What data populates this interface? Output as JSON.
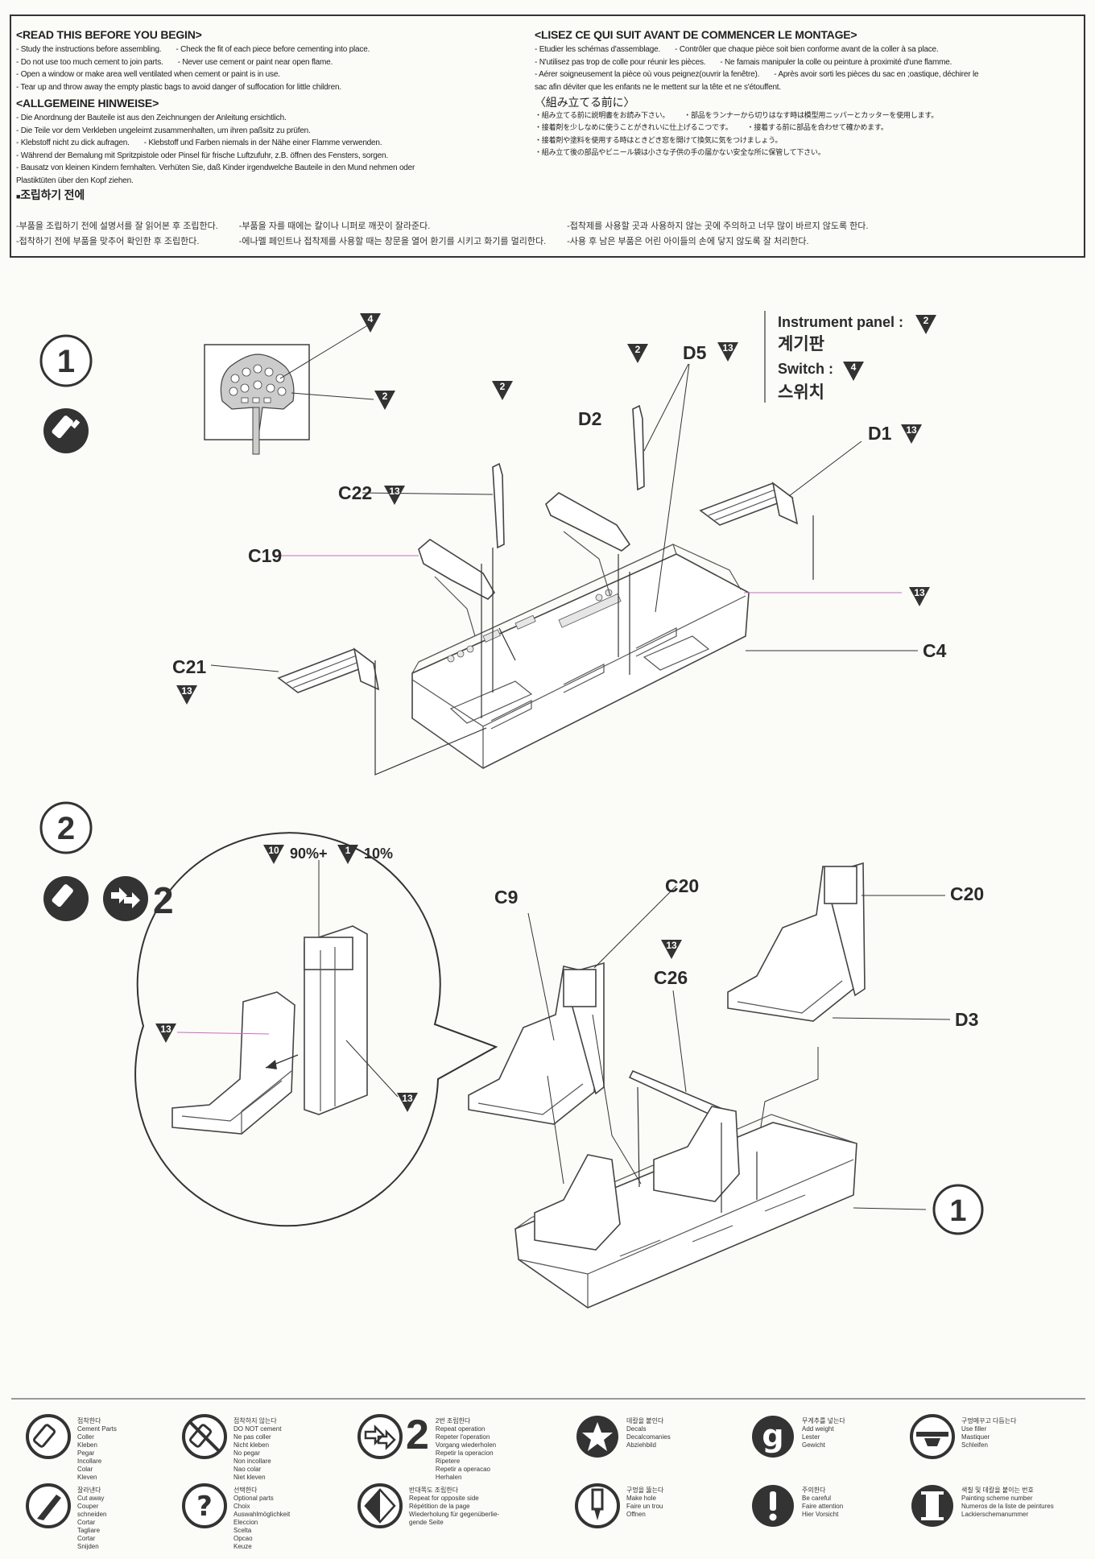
{
  "header": {
    "en": {
      "title": "<READ THIS BEFORE YOU BEGIN>",
      "lines": [
        [
          "- Study the instructions before assembling.",
          "- Check the fit of each piece before cementing into place."
        ],
        [
          "- Do not use too much cement to join parts.",
          "- Never use cement or paint near open flame."
        ],
        [
          "- Open a window or make area well ventilated when cement or paint is in use."
        ],
        [
          "- Tear up and throw away the empty plastic bags to avoid danger of suffocation for little children."
        ]
      ]
    },
    "de": {
      "title": "<ALLGEMEINE HINWEISE>",
      "lines": [
        [
          "- Die Anordnung der Bauteile ist aus den Zeichnungen der  Anleitung ersichtlich."
        ],
        [
          "- Die Teile vor dem Verkleben ungeleimt zusammenhalten, um  ihren paßsitz zu prüfen."
        ],
        [
          "- Klebstoff nicht zu dick aufragen.",
          "- Klebstoff und Farben niemals in der Nähe einer Flamme verwenden."
        ],
        [
          "- Während der Bemalung mit Spritzpistole oder Pinsel für frische Luftzufuhr, z.B. öffnen des Fensters, sorgen."
        ],
        [
          "- Bausatz von kleinen Kindern fernhalten. Verhüten Sie, daß Kinder irgendwelche Bauteile in den Mund nehmen oder"
        ],
        [
          "  Plastiktüten über den Kopf ziehen."
        ]
      ]
    },
    "fr": {
      "title": "<LISEZ CE QUI SUIT AVANT DE COMMENCER LE MONTAGE>",
      "lines": [
        [
          "- Etudier les schémas d'assemblage.",
          "- Contrôler que chaque pièce soit bien conforme avant de la coller à sa place."
        ],
        [
          "- N'utilisez pas trop de colle pour réunir les pièces.",
          "- Ne famais manipuler la colle ou peinture à proximité d'une flamme."
        ],
        [
          "- Aérer soigneusement la pièce où vous peignez(ouvrir la fenêtre).",
          "- Après avoir sorti les pièces du sac en ;oastique, déchirer le"
        ],
        [
          "  sac afin déviter que les enfants ne le mettent sur la tête et ne s'étouffent."
        ]
      ]
    },
    "jp": {
      "title": "〈組み立てる前に〉",
      "lines": [
        [
          "・組み立てる前に説明書をお読み下さい。",
          "・部品をランナーから切りはなす時は模型用ニッパーとカッターを使用します。"
        ],
        [
          "・接着剤を少しなめに使うことがきれいに仕上げるこつです。",
          "・接着する前に部品を合わせて確かめます。"
        ],
        [
          "・接着剤や塗料を使用する時はときどき窓を開けて換気に気をつけましょう。"
        ],
        [
          "・組み立て後の部品やビニール袋は小さな子供の手の届かない安全な所に保管して下さい。"
        ]
      ]
    },
    "kr": {
      "title": "조립하기 전에",
      "cols": [
        [
          "-부품을 조립하기 전에 설명서를 잘 읽어본 후 조립한다.",
          "-접착하기 전에 부품을 맞추어 확인한 후 조립한다."
        ],
        [
          "-부품을 자를 때에는 칼이나 니퍼로 깨끗이 잘라준다.",
          "-에나멜 페인트나 접착제를 사용할 때는 창문을 열어 환기를 시키고 화기를 멀리한다."
        ],
        [
          "-접착제를 사용할 곳과 사용하지 않는 곳에 주의하고 너무 많이 바르지 않도록 한다.",
          "-사용 후 남은 부품은 어린 아이들의 손에 닿지 않도록 잘 처리한다."
        ]
      ]
    }
  },
  "step1": {
    "number": "1",
    "labels": {
      "c22": "C22",
      "c19": "C19",
      "c21": "C21",
      "d2": "D2",
      "d5": "D5",
      "d1": "D1",
      "c4": "C4"
    },
    "instrument_panel": "Instrument panel :",
    "instrument_panel_kr": "계기판",
    "switch": "Switch :",
    "switch_kr": "스위치",
    "colors": {
      "c2": "2",
      "c4": "4",
      "c13": "13"
    }
  },
  "step2": {
    "number": "2",
    "repeat_count": "2",
    "mix": {
      "color_a": "10",
      "pct_a": "90%+",
      "color_b": "1",
      "pct_b": "10%"
    },
    "labels": {
      "c9": "C9",
      "c20a": "C20",
      "c20b": "C20",
      "c26": "C26",
      "d3": "D3",
      "ref": "1"
    }
  },
  "legend": [
    {
      "icon": "cement-icon",
      "text": "접착한다\nCement Parts\nColler\nKleben\nPegar\nIncollare\nColar\nKleven"
    },
    {
      "icon": "no-cement-icon",
      "text": "접착하지 않는다\nDO NOT cement\nNe pas coller\nNicht kleben\nNo pegar\nNon incollare\nNao colar\nNiet kleven"
    },
    {
      "icon": "repeat-icon",
      "text": "2번 조립한다\nRepeat operation\nRepeter l'operation\nVorgang wiederholen\nRepetir la operacion\nRipetere\nRepetir a operacao\nHerhalen",
      "big": "2"
    },
    {
      "icon": "star-icon",
      "text": "데칼을 붙인다\nDecals\nDecalcomanies\nAbziehbild"
    },
    {
      "icon": "weight-icon",
      "text": "무게추를 넣는다\nAdd weight\nLester\nGewicht"
    },
    {
      "icon": "sand-icon",
      "text": "구멍메꾸고 다듬는다\nUse filler\nMastiquer\nSchleifen"
    },
    {
      "icon": "knife-icon",
      "text": "잘라낸다\nCut away\nCouper\nschneiden\nCortar\nTagliare\nCortar\nSnijden"
    },
    {
      "icon": "question-icon",
      "text": "선택한다\nOptional parts\nChoix\nAuswahlmöglichkeit\nEleccion\nScelta\nOpcao\nKeuze"
    },
    {
      "icon": "opposite-icon",
      "text": "반대쪽도 조립한다\nRepeat for opposite side\nRépétition de la page\nWiederholung für gegenüberlie-\ngende Seite"
    },
    {
      "icon": "drill-icon",
      "text": "구멍을 뚫는다\nMake hole\nFaire un trou\nOffnen"
    },
    {
      "icon": "caution-icon",
      "text": "주의한다\nBe careful\nFaire attention\nHier Vorsicht"
    },
    {
      "icon": "scheme-icon",
      "text": "색칠 및 데칼을 붙이는 번호\nPainting scheme number\nNumeros de la liste de peintures\nLackierschemanummer"
    }
  ]
}
